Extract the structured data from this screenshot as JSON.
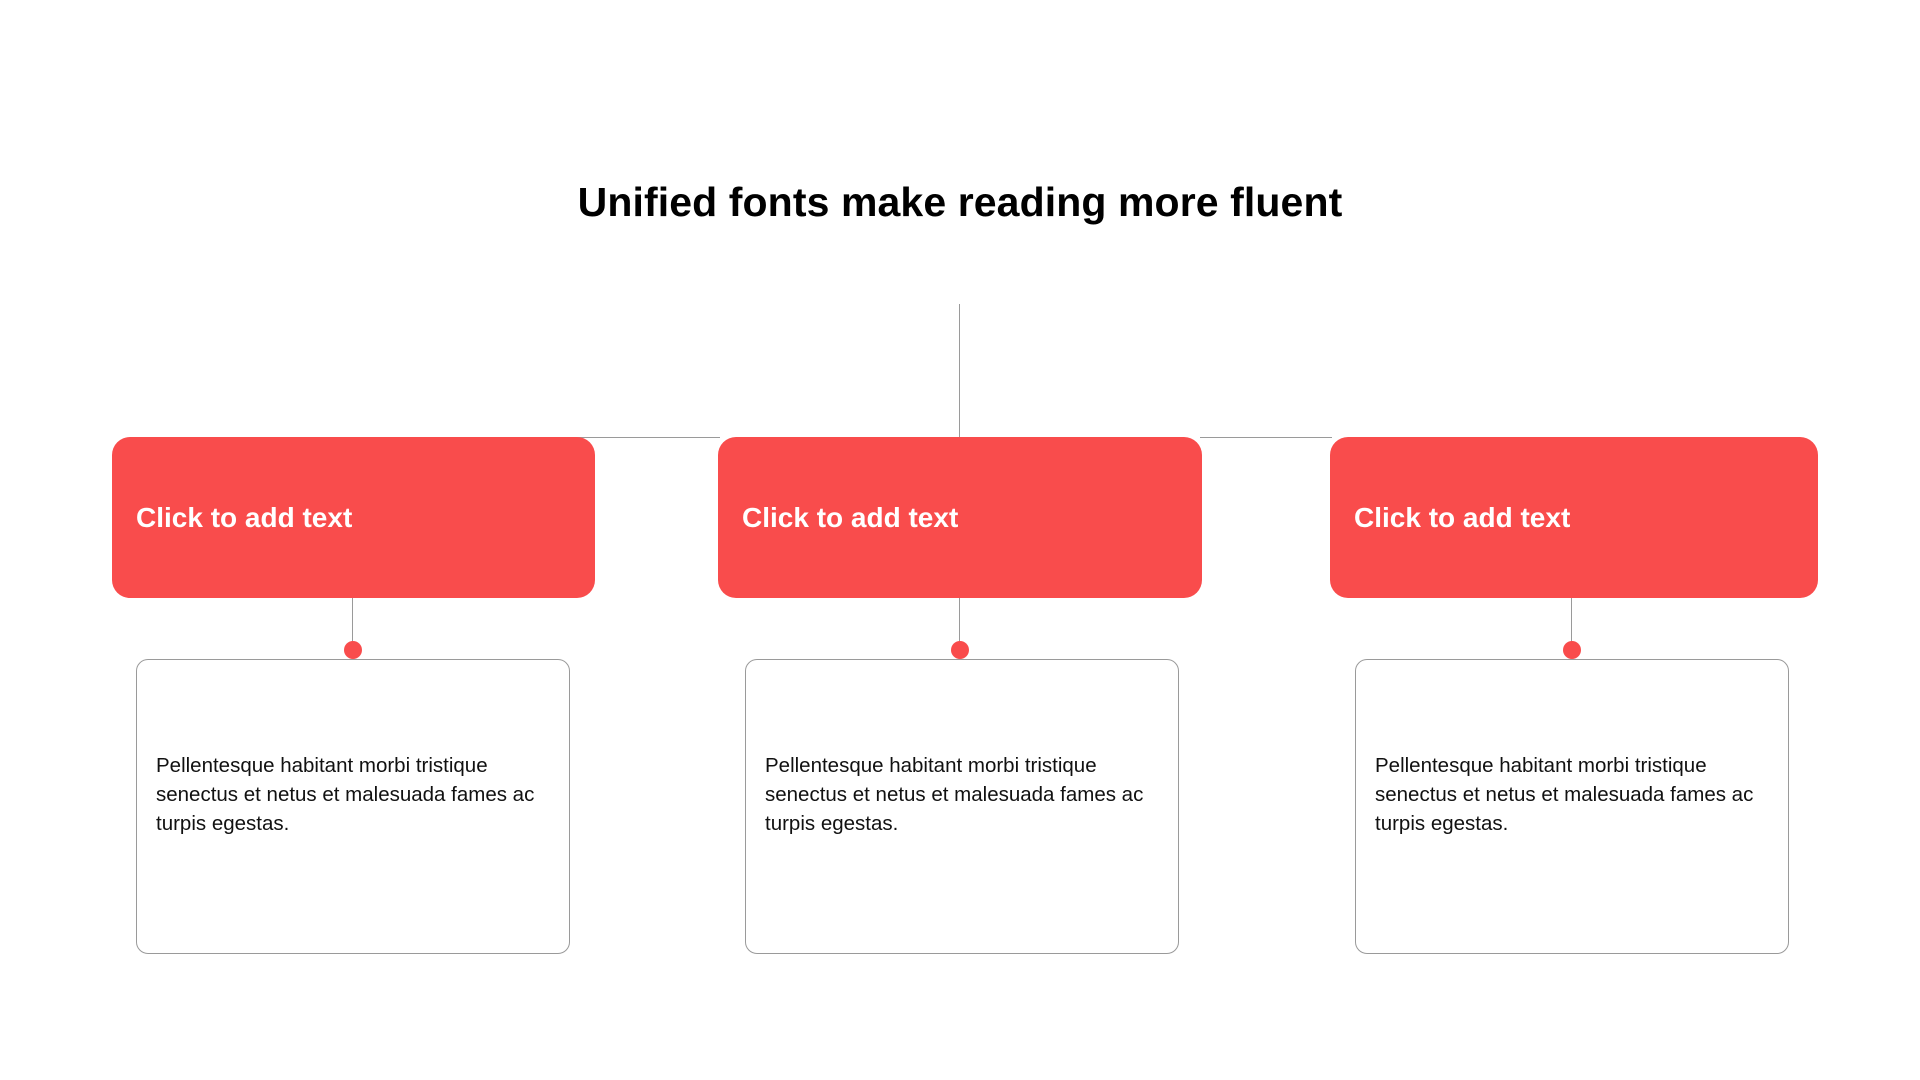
{
  "slide": {
    "title": "Unified fonts make reading more fluent",
    "background_color": "#ffffff",
    "accent_color": "#f94c4c",
    "line_color": "#9a9a9a",
    "title_color": "#000000"
  },
  "columns": [
    {
      "header_label": "Click to add text",
      "body_text": "Pellentesque habitant morbi tristique senectus et netus et malesuada fames ac turpis egestas."
    },
    {
      "header_label": "Click to add text",
      "body_text": "Pellentesque habitant morbi tristique senectus et netus et malesuada fames ac turpis egestas."
    },
    {
      "header_label": "Click to add text",
      "body_text": "Pellentesque habitant morbi tristique senectus et netus et malesuada fames ac turpis egestas."
    }
  ]
}
